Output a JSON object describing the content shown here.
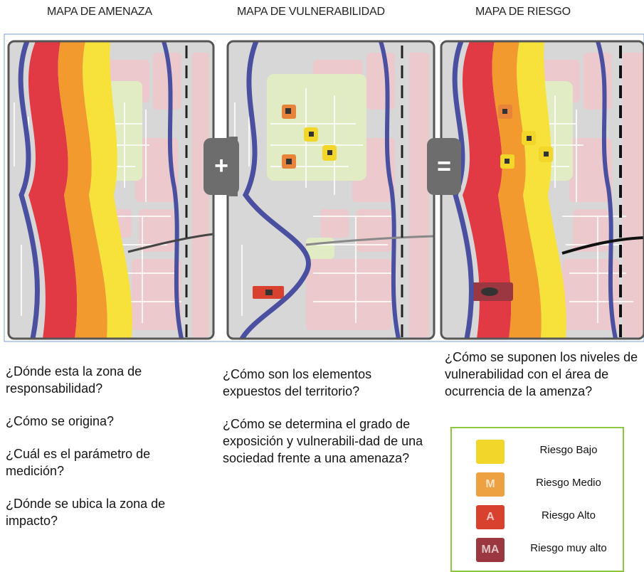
{
  "titles": {
    "amenaza": "MAPA DE AMENAZA",
    "vulnerabilidad": "MAPA DE VULNERABILIDAD",
    "riesgo": "MAPA DE RIESGO"
  },
  "operators": {
    "plus": "+",
    "equals": "="
  },
  "questions": {
    "amenaza": [
      "¿Dónde esta la zona de responsabilidad?",
      "¿Cómo se origina?",
      "¿Cuál es el parámetro de medición?",
      "¿Dónde se ubica la zona de impacto?"
    ],
    "vulnerabilidad": [
      "¿Cómo son los elementos expuestos del territorio?",
      "¿Cómo se determina el grado de exposición y vulnerabili-dad de una sociedad frente a una amenaza?"
    ],
    "riesgo": [
      "¿Cómo se suponen los niveles de vulnerabilidad con el área de ocurrencia de la amenza?"
    ]
  },
  "legend": {
    "items": [
      {
        "label": "Riesgo Bajo",
        "color": "#f2d62a",
        "letter": ""
      },
      {
        "label": "Riesgo Medio",
        "color": "#eea140",
        "letter": "M"
      },
      {
        "label": "Riesgo Alto",
        "color": "#d9412f",
        "letter": "A"
      },
      {
        "label": "Riesgo muy alto",
        "color": "#9b3740",
        "letter": "MA"
      }
    ],
    "border_color": "#8dc63f"
  },
  "colors": {
    "river": "#4a4fa0",
    "band_red": "#e23a45",
    "band_orange": "#f29a2e",
    "band_yellow": "#f6e23a",
    "block_pink": "#ecc9cc",
    "block_green": "#e2ecc4",
    "map_bg": "#d7d7d7",
    "operator": "#6d6d6d"
  }
}
